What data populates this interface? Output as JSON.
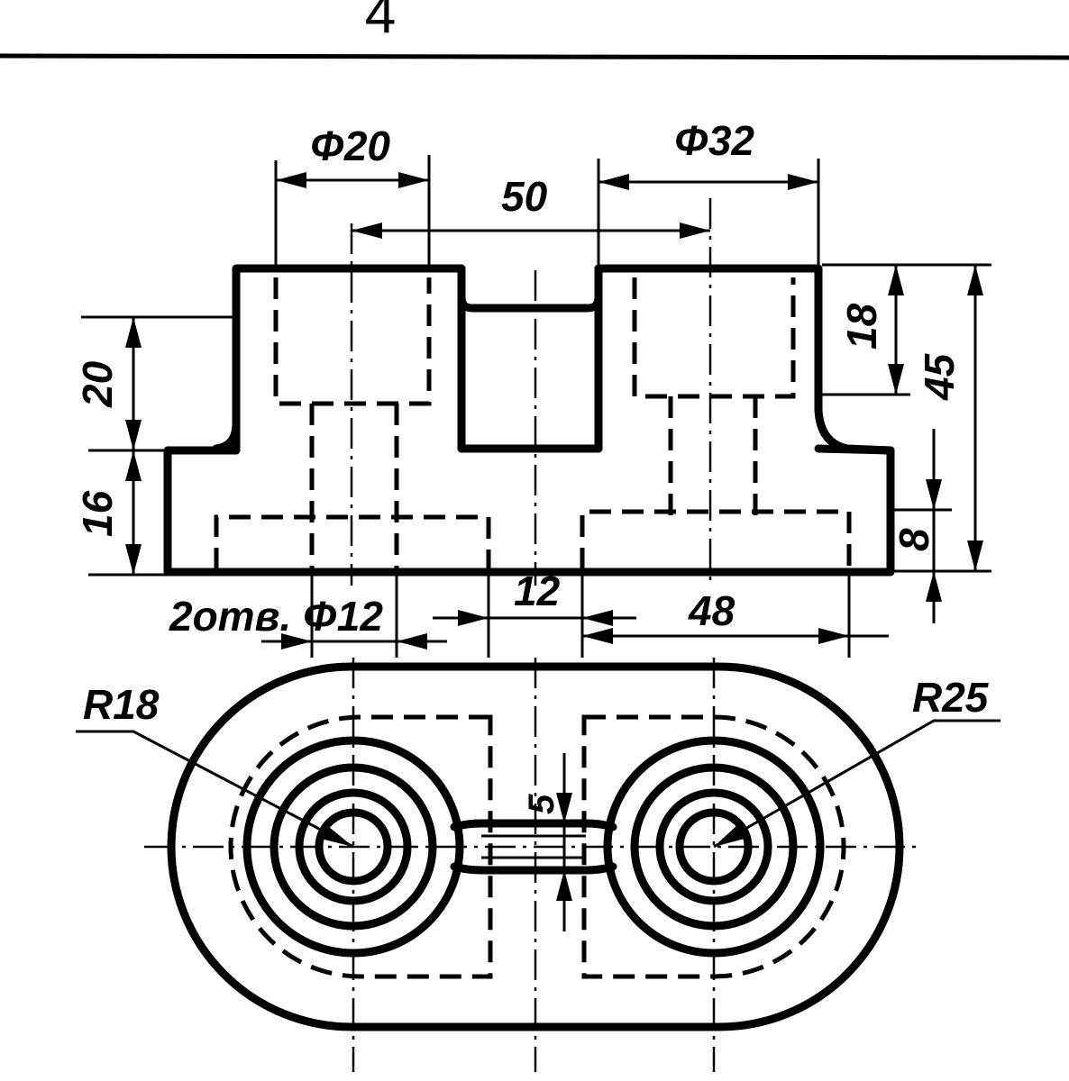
{
  "page": {
    "number": "4"
  },
  "front_view": {
    "dims": {
      "d20": "Φ20",
      "d32": "Φ32",
      "c50": "50",
      "h18": "18",
      "h45": "45",
      "h20": "20",
      "h16": "16",
      "h8": "8",
      "holes": "2отв. Φ12",
      "w12": "12",
      "w48": "48"
    }
  },
  "top_view": {
    "dims": {
      "r18": "R18",
      "r25": "R25",
      "w5": "5"
    }
  }
}
